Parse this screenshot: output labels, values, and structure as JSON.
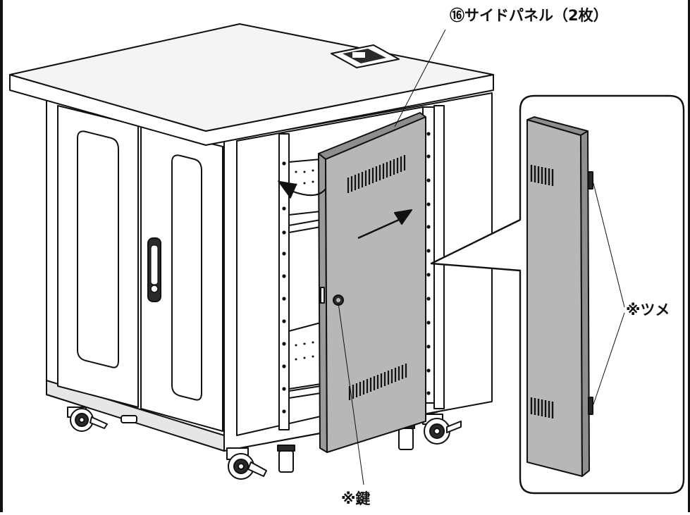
{
  "labels": {
    "side_panel": "⑯サイドパネル（2枚）",
    "tabs": "※ツメ",
    "key": "※鍵"
  },
  "colors": {
    "line": "#111111",
    "panel_fill": "#b7b7b7",
    "panel_edge": "#8e8e8e",
    "top_fill": "#dcdcdc",
    "body_fill": "#ffffff",
    "dark_fill": "#2a2a2a"
  }
}
